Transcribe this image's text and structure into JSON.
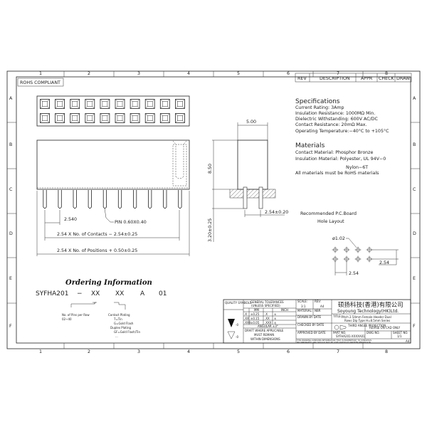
{
  "frame": {
    "columns": [
      "1",
      "2",
      "3",
      "4",
      "5",
      "6",
      "7",
      "8"
    ],
    "rows": [
      "A",
      "B",
      "C",
      "D",
      "E",
      "F"
    ]
  },
  "rohs": "ROHS COMPLIANT",
  "rev_block": {
    "rev": "REV",
    "description": "DESCRIPTION",
    "appr": "APPR",
    "check": "CHECK",
    "draw": "DRAW"
  },
  "specs": {
    "title": "Specifications",
    "lines": [
      "Current Rating:   3Amp",
      "Insulation Resistance: 1000MΩ Min.",
      "Dielectric Withstanding:   600V AC/DC",
      "Contact Resistance:   20mΩ Max.",
      "Operating Temperature:−40°C  to  +105°C"
    ]
  },
  "materials": {
    "title": "Materials",
    "lines": [
      "Contact Material: Phosphor Bronze",
      "Insulation Material: Polyester, UL 94V−0",
      "Nylon−6T",
      "All materials must be RoHS materials"
    ]
  },
  "dims": {
    "pitch": "2.540",
    "pin": "PIN 0.60X0.40",
    "contacts": "2.54 X No. of Contacts − 2.54±0.25",
    "positions": "2.54 X No. of Positions + 0.50±0.25",
    "width": "5.00",
    "height": "8.50",
    "tail": "3.20±0.25",
    "row_pitch": "2.54±0.20"
  },
  "pcb": {
    "title1": "Recommended P.C.Board",
    "title2": "Hole Layout",
    "hole": "ø1.02",
    "pitch_v": "2.54",
    "pitch_h": "2.54"
  },
  "ordering": {
    "title": "Ordering Information",
    "code": [
      "SYFHA201",
      "−",
      "XX",
      "XX",
      "A",
      "01"
    ],
    "notes": [
      "No. of Pins per Row",
      "02~40",
      "Contact Plating",
      "T=Tin",
      "G=Gold Flash",
      "Duplex Plating",
      "GF=Gold Flash/Tin",
      "..."
    ]
  },
  "title_block": {
    "quality": "QUALITY SYMBOLS",
    "q1": "-0",
    "q2": "-0",
    "tol_title": "GENERAL TOLERANCES",
    "tol_sub": "(UNLESS SPECIFIED)",
    "mm": "MM",
    "inch": "INCH",
    "tol_rows": [
      [
        ".X",
        "±0.25",
        ".X",
        "±"
      ],
      [
        ".XX",
        "±0.15",
        ".XX",
        "±"
      ],
      [
        ".XXX",
        "±0.05",
        ".XXX",
        "±"
      ]
    ],
    "angular": "ANGULAR ±3°",
    "draft": [
      "DRAFT WHERE APPLICABLE",
      "MUST REMAIN",
      "WITHIN DIMENSIONS"
    ],
    "scale_l": "SCALE:",
    "scale": "3:1",
    "rev_l": "REV:",
    "rev": "A4",
    "material_l": "MATERIAL:",
    "nbr": "NBR",
    "drawn": "DRAWN BY   DATE",
    "checked": "CHECKED BY   DATE",
    "approved": "APPROVED BY   DATE",
    "company_cn": "硕扬科技(香港)有限公司",
    "company_en": "Soyoung Technology(HK)Ltd.",
    "title_l": "TITLE:",
    "title": [
      "Pitch 2.54mm Female Header Dual",
      "Rows Dip Type H=8.5mm Series"
    ],
    "projection": "THIRD ANGLE PROJECTION",
    "revise": "REVISE ON CAD ONLY",
    "part_l": "PART NO.",
    "part": "SYFHA201-XXXXA01",
    "dwg_l": "DWG NO.",
    "sheet_l": "SHEET NO.",
    "sheet": "1/1",
    "notice": [
      "THIS DRAWING CONTAINS INFORMATION THAT IS PROPRIETARY TO SYNDATA/S",
      "INCORPORATED AND SHOULD NOT BE USED WITHOUT WRITTEN PERMISSION"
    ],
    "size": "A4"
  }
}
